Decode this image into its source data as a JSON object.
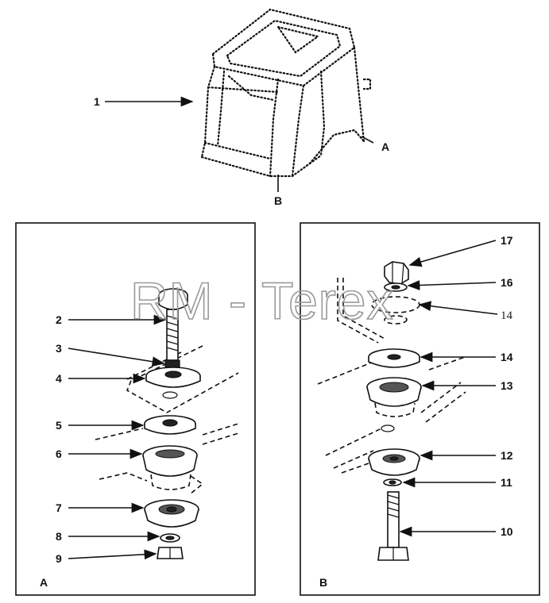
{
  "watermark": "RM - Terex",
  "cab": {
    "label_1": "1",
    "label_a": "A",
    "label_b": "B"
  },
  "panel_a": {
    "corner_label": "A",
    "callouts": [
      "2",
      "3",
      "4",
      "5",
      "6",
      "7",
      "8",
      "9"
    ]
  },
  "panel_b": {
    "corner_label": "B",
    "callouts": [
      "17",
      "16",
      "14",
      "14",
      "13",
      "12",
      "11",
      "10"
    ]
  },
  "colors": {
    "ink": "#111111",
    "background": "#ffffff",
    "watermark": "#9a9a9a"
  }
}
